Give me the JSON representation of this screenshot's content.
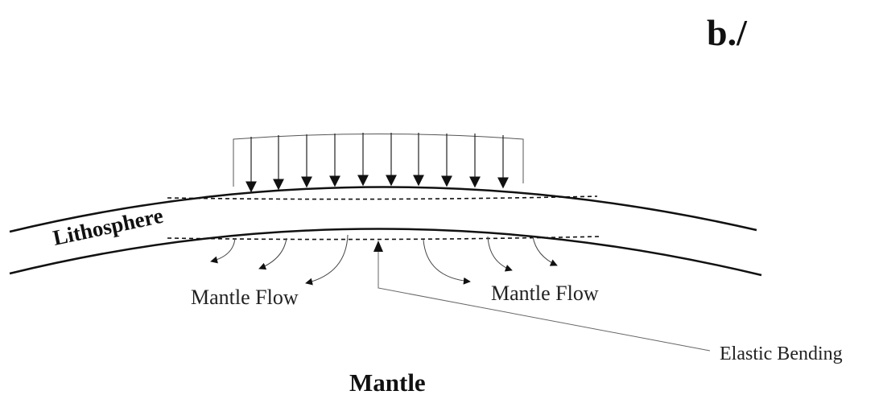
{
  "panel_label": "b./",
  "labels": {
    "lithosphere": "Lithosphere",
    "mantle_flow_left": "Mantle Flow",
    "mantle_flow_right": "Mantle Flow",
    "elastic_bending": "Elastic Bending",
    "mantle": "Mantle"
  },
  "colors": {
    "line": "#111111",
    "thin_line": "#555555",
    "background": "#ffffff"
  }
}
